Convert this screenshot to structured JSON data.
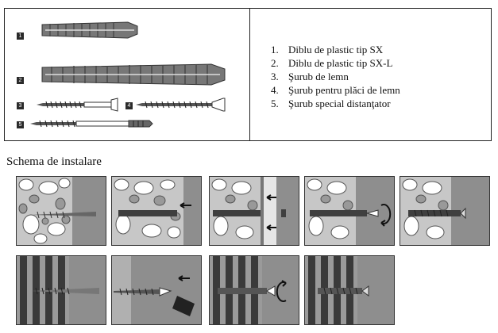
{
  "parts_box": {
    "labels": [
      "1",
      "2",
      "3",
      "4",
      "5"
    ]
  },
  "legend": {
    "items": [
      {
        "num": "1.",
        "text": "Diblu de plastic tip SX"
      },
      {
        "num": "2.",
        "text": "Diblu de plastic tip SX-L"
      },
      {
        "num": "3.",
        "text": "Şurub de lemn"
      },
      {
        "num": "4.",
        "text": "Şurub pentru plăci de lemn"
      },
      {
        "num": "5.",
        "text": "Şurub special distanţator"
      }
    ]
  },
  "installation": {
    "title": "Schema de instalare"
  },
  "colors": {
    "ink": "#222222",
    "wall": "#c7c7c7",
    "board": "#8e8e8e",
    "dowel": "#5a5a5a"
  }
}
